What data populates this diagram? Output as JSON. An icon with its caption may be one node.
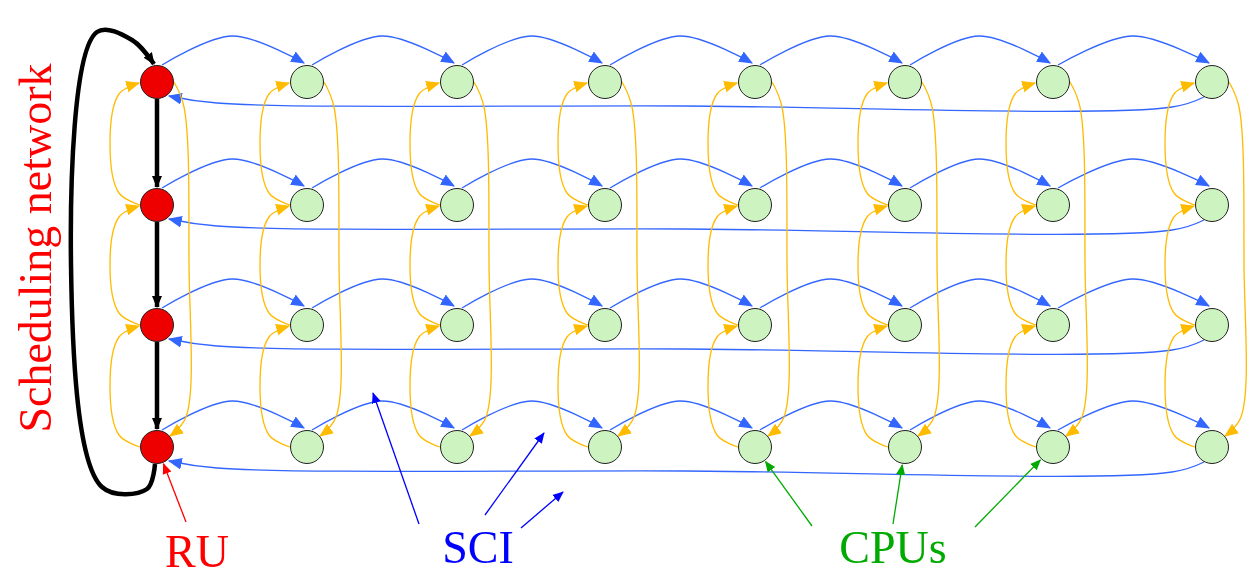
{
  "diagram": {
    "nodes": [
      {
        "text": [],
        "shape": "circle"
      },
      {
        "text": [],
        "shape": "circle"
      },
      {
        "text": [],
        "shape": "circle"
      },
      {
        "text": [],
        "shape": "circle"
      },
      {
        "text": [],
        "shape": "circle"
      },
      {
        "text": [],
        "shape": "circle"
      },
      {
        "text": [],
        "shape": "circle"
      },
      {
        "text": [],
        "shape": "circle"
      },
      {
        "text": [],
        "shape": "circle"
      },
      {
        "text": [],
        "shape": "circle"
      },
      {
        "text": [],
        "shape": "circle"
      },
      {
        "text": [],
        "shape": "circle"
      },
      {
        "text": [],
        "shape": "circle"
      },
      {
        "text": [],
        "shape": "circle"
      },
      {
        "text": [],
        "shape": "circle"
      },
      {
        "text": [],
        "shape": "circle"
      },
      {
        "text": [],
        "shape": "circle"
      },
      {
        "text": [],
        "shape": "circle"
      },
      {
        "text": [],
        "shape": "circle"
      },
      {
        "text": [],
        "shape": "circle"
      },
      {
        "text": [],
        "shape": "circle"
      },
      {
        "text": [],
        "shape": "circle"
      },
      {
        "text": [],
        "shape": "circle"
      },
      {
        "text": [],
        "shape": "circle"
      },
      {
        "text": [],
        "shape": "circle"
      },
      {
        "text": [],
        "shape": "circle"
      },
      {
        "text": [],
        "shape": "circle"
      },
      {
        "text": [],
        "shape": "circle"
      },
      {
        "text": [],
        "shape": "circle"
      },
      {
        "text": [],
        "shape": "circle"
      },
      {
        "text": [],
        "shape": "circle"
      },
      {
        "text": [],
        "shape": "circle"
      },
      {
        "text": [
          "RU"
        ]
      },
      {
        "text": [
          "SCI"
        ]
      },
      {
        "text": [
          "CPUs"
        ]
      }
    ],
    "edges": [
      {
        "from": 0,
        "to": 1,
        "arrow": "to",
        "color": "#3366ff"
      },
      {
        "from": 1,
        "to": 2,
        "arrow": "to",
        "color": "#3366ff"
      },
      {
        "from": 2,
        "to": 3,
        "arrow": "to",
        "color": "#3366ff"
      },
      {
        "from": 3,
        "to": 4,
        "arrow": "to",
        "color": "#3366ff"
      },
      {
        "from": 4,
        "to": 5,
        "arrow": "to",
        "color": "#3366ff"
      },
      {
        "from": 5,
        "to": 6,
        "arrow": "to",
        "color": "#3366ff"
      },
      {
        "from": 6,
        "to": 7,
        "arrow": "to",
        "color": "#3366ff"
      },
      {
        "from": 7,
        "to": 0,
        "arrow": "to",
        "color": "#3366ff"
      },
      {
        "from": 8,
        "to": 9,
        "arrow": "to",
        "color": "#3366ff"
      },
      {
        "from": 9,
        "to": 10,
        "arrow": "to",
        "color": "#3366ff"
      },
      {
        "from": 10,
        "to": 11,
        "arrow": "to",
        "color": "#3366ff"
      },
      {
        "from": 11,
        "to": 12,
        "arrow": "to",
        "color": "#3366ff"
      },
      {
        "from": 12,
        "to": 13,
        "arrow": "to",
        "color": "#3366ff"
      },
      {
        "from": 13,
        "to": 14,
        "arrow": "to",
        "color": "#3366ff"
      },
      {
        "from": 14,
        "to": 15,
        "arrow": "to",
        "color": "#3366ff"
      },
      {
        "from": 15,
        "to": 8,
        "arrow": "to",
        "color": "#3366ff"
      },
      {
        "from": 16,
        "to": 17,
        "arrow": "to",
        "color": "#3366ff"
      },
      {
        "from": 17,
        "to": 18,
        "arrow": "to",
        "color": "#3366ff"
      },
      {
        "from": 18,
        "to": 19,
        "arrow": "to",
        "color": "#3366ff"
      },
      {
        "from": 19,
        "to": 20,
        "arrow": "to",
        "color": "#3366ff"
      },
      {
        "from": 20,
        "to": 21,
        "arrow": "to",
        "color": "#3366ff"
      },
      {
        "from": 21,
        "to": 22,
        "arrow": "to",
        "color": "#3366ff"
      },
      {
        "from": 22,
        "to": 23,
        "arrow": "to",
        "color": "#3366ff"
      },
      {
        "from": 23,
        "to": 16,
        "arrow": "to",
        "color": "#3366ff"
      },
      {
        "from": 24,
        "to": 25,
        "arrow": "to",
        "color": "#3366ff"
      },
      {
        "from": 25,
        "to": 26,
        "arrow": "to",
        "color": "#3366ff"
      },
      {
        "from": 26,
        "to": 27,
        "arrow": "to",
        "color": "#3366ff"
      },
      {
        "from": 27,
        "to": 28,
        "arrow": "to",
        "color": "#3366ff"
      },
      {
        "from": 28,
        "to": 29,
        "arrow": "to",
        "color": "#3366ff"
      },
      {
        "from": 29,
        "to": 30,
        "arrow": "to",
        "color": "#3366ff"
      },
      {
        "from": 30,
        "to": 31,
        "arrow": "to",
        "color": "#3366ff"
      },
      {
        "from": 31,
        "to": 24,
        "arrow": "to",
        "color": "#3366ff"
      },
      {
        "from": 0,
        "to": 24,
        "arrow": "to",
        "color": "#ffbb00"
      },
      {
        "from": 8,
        "to": 0,
        "arrow": "to",
        "color": "#ffbb00"
      },
      {
        "from": 16,
        "to": 8,
        "arrow": "to",
        "color": "#ffbb00"
      },
      {
        "from": 24,
        "to": 16,
        "arrow": "to",
        "color": "#ffbb00"
      },
      {
        "from": 1,
        "to": 25,
        "arrow": "to",
        "color": "#ffbb00"
      },
      {
        "from": 9,
        "to": 1,
        "arrow": "to",
        "color": "#ffbb00"
      },
      {
        "from": 17,
        "to": 9,
        "arrow": "to",
        "color": "#ffbb00"
      },
      {
        "from": 25,
        "to": 17,
        "arrow": "to",
        "color": "#ffbb00"
      },
      {
        "from": 2,
        "to": 26,
        "arrow": "to",
        "color": "#ffbb00"
      },
      {
        "from": 10,
        "to": 2,
        "arrow": "to",
        "color": "#ffbb00"
      },
      {
        "from": 18,
        "to": 10,
        "arrow": "to",
        "color": "#ffbb00"
      },
      {
        "from": 26,
        "to": 18,
        "arrow": "to",
        "color": "#ffbb00"
      },
      {
        "from": 3,
        "to": 27,
        "arrow": "to",
        "color": "#ffbb00"
      },
      {
        "from": 11,
        "to": 3,
        "arrow": "to",
        "color": "#ffbb00"
      },
      {
        "from": 19,
        "to": 11,
        "arrow": "to",
        "color": "#ffbb00"
      },
      {
        "from": 27,
        "to": 19,
        "arrow": "to",
        "color": "#ffbb00"
      },
      {
        "from": 4,
        "to": 28,
        "arrow": "to",
        "color": "#ffbb00"
      },
      {
        "from": 12,
        "to": 4,
        "arrow": "to",
        "color": "#ffbb00"
      },
      {
        "from": 20,
        "to": 12,
        "arrow": "to",
        "color": "#ffbb00"
      },
      {
        "from": 28,
        "to": 20,
        "arrow": "to",
        "color": "#ffbb00"
      },
      {
        "from": 5,
        "to": 29,
        "arrow": "to",
        "color": "#ffbb00"
      },
      {
        "from": 13,
        "to": 5,
        "arrow": "to",
        "color": "#ffbb00"
      },
      {
        "from": 21,
        "to": 13,
        "arrow": "to",
        "color": "#ffbb00"
      },
      {
        "from": 29,
        "to": 21,
        "arrow": "to",
        "color": "#ffbb00"
      },
      {
        "from": 6,
        "to": 30,
        "arrow": "to",
        "color": "#ffbb00"
      },
      {
        "from": 14,
        "to": 6,
        "arrow": "to",
        "color": "#ffbb00"
      },
      {
        "from": 22,
        "to": 14,
        "arrow": "to",
        "color": "#ffbb00"
      },
      {
        "from": 30,
        "to": 22,
        "arrow": "to",
        "color": "#ffbb00"
      },
      {
        "from": 7,
        "to": 31,
        "arrow": "to",
        "color": "#ffbb00"
      },
      {
        "from": 15,
        "to": 7,
        "arrow": "to",
        "color": "#ffbb00"
      },
      {
        "from": 23,
        "to": 15,
        "arrow": "to",
        "color": "#ffbb00"
      },
      {
        "from": 31,
        "to": 23,
        "arrow": "to",
        "color": "#ffbb00"
      },
      {
        "from": 0,
        "to": 8,
        "arrow": "to",
        "style": "thick",
        "color": "#000000"
      },
      {
        "from": 8,
        "to": 16,
        "arrow": "to",
        "style": "thick",
        "color": "#000000"
      },
      {
        "from": 16,
        "to": 24,
        "arrow": "to",
        "style": "thick",
        "color": "#000000"
      },
      {
        "from": 24,
        "to": 0,
        "arrow": "to",
        "style": "thick",
        "color": "#000000"
      },
      {
        "from": 32,
        "to": 24,
        "arrow": "to",
        "color": "#ff0000"
      },
      {
        "from": 33,
        "to": null,
        "arrow": "to",
        "color": "#0000ff"
      },
      {
        "from": 33,
        "to": null,
        "arrow": "to",
        "color": "#0000ff"
      },
      {
        "from": 33,
        "to": null,
        "arrow": "to",
        "color": "#0000ff"
      },
      {
        "from": 34,
        "to": 28,
        "arrow": "to",
        "color": "#00aa00"
      },
      {
        "from": 34,
        "to": 29,
        "arrow": "to",
        "color": "#00aa00"
      },
      {
        "from": 34,
        "to": 30,
        "arrow": "to",
        "color": "#00aa00"
      }
    ],
    "labels": [
      "Scheduling network"
    ]
  }
}
